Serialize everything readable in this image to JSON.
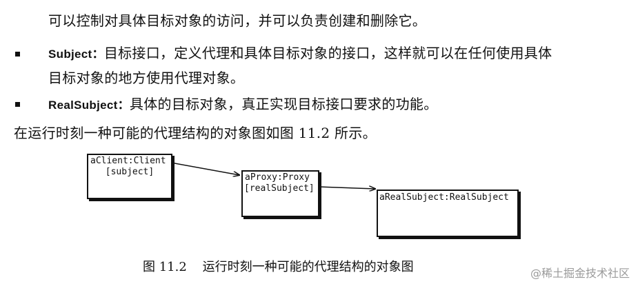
{
  "text": {
    "line1": "可以控制对具体目标对象的访问，并可以负责创建和删除它。",
    "bullet1_term": "Subject：",
    "bullet1_body": "目标接口，定义代理和具体目标对象的接口，这样就可以在任何使用具体",
    "bullet1_cont": "目标对象的地方使用代理对象。",
    "bullet2_term": "RealSubject：",
    "bullet2_body": "具体的目标对象，真正实现目标接口要求的功能。",
    "intro": "在运行时刻一种可能的代理结构的对象图如图 11.2 所示。"
  },
  "diagram": {
    "client": {
      "line1": "aClient:Client",
      "line2": "[subject]"
    },
    "proxy": {
      "line1": "aProxy:Proxy",
      "line2": "[realSubject]"
    },
    "real": {
      "line1": "aRealSubject:RealSubject"
    }
  },
  "caption": "图 11.2    运行时刻一种可能的代理结构的对象图",
  "watermark": "@稀土掘金技术社区"
}
